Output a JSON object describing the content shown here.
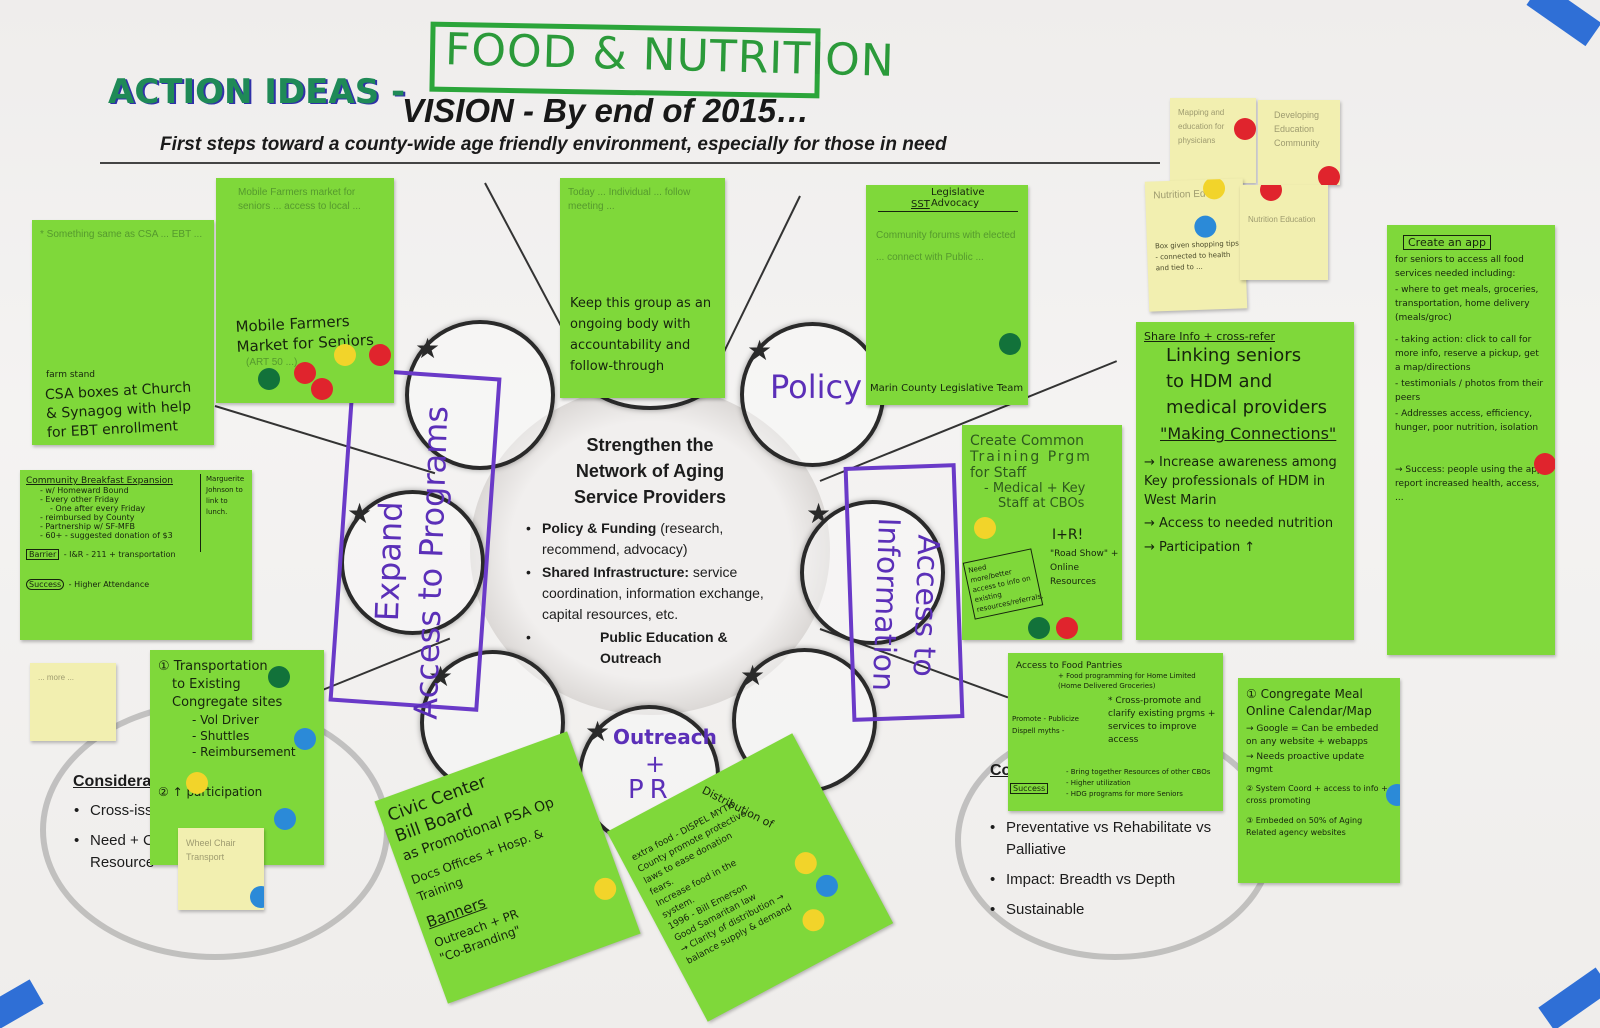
{
  "header": {
    "banner": "FOOD & NUTRITION",
    "action_ideas": "ACTION IDEAS -",
    "vision": "VISION - By end of 2015…",
    "subtitle": "First steps toward a county-wide age friendly  environment, especially for those in need"
  },
  "center": {
    "heading_lines": [
      "Strengthen the",
      "Network of Aging",
      "Service Providers"
    ],
    "bullets": [
      {
        "bold": "Policy & Funding",
        "rest": " (research, recommend, advocacy)"
      },
      {
        "bold": "Shared Infrastructure:",
        "rest": " service coordination, information exchange, capital resources, etc."
      },
      {
        "bold": "Public Education & Outreach",
        "rest": ""
      }
    ]
  },
  "circle_labels": {
    "policy": "Policy",
    "expand_line1": "Expand",
    "expand_line2": "Access to Programs",
    "access_line1": "Access to",
    "access_line2": "Information",
    "outreach": "Outreach",
    "plus": "+",
    "pr": "PR"
  },
  "considerations_left": {
    "title": "Considera",
    "items": [
      "Cross-iss",
      "Need + C Resource"
    ]
  },
  "considerations_right": {
    "title": "Co",
    "items": [
      "Preventative vs Rehabilitate vs Palliative",
      "Impact: Breadth vs Depth",
      "Sustainable"
    ]
  },
  "stickies": {
    "csa": {
      "faint": "* Something same as CSA ... EBT ...",
      "main": "CSA boxes at Church & Synagog with help for EBT enrollment",
      "insert": "farm stand"
    },
    "mobile_market": {
      "faint": "Mobile Farmers market for seniors ... access to local ...",
      "main": "Mobile Farmers Market for Seniors",
      "small": "(ART 50 ...)"
    },
    "keep_group": {
      "faint": "Today ... Individual ... follow meeting ...",
      "main": "Keep this group as an ongoing body with accountability and follow-through"
    },
    "legislative": {
      "heading": "Legislative Advocacy",
      "sub": "SST",
      "faint": "Community forums with elected ... connect with Public ...",
      "footer": "Marin County Legislative Team"
    },
    "breakfast": {
      "title": "Community Breakfast Expansion",
      "lines": [
        "- w/ Homeward Bound",
        "- Every other Friday",
        "- One after every Friday",
        "- reimbursed by County",
        "- Partnership w/ SF-MFB",
        "- 60+ - suggested donation of $3"
      ],
      "barrier_label": "Barrier",
      "barrier": "- I&R  - 211 + transportation",
      "success_label": "Success",
      "success": "- Higher Attendance",
      "side": "Marguerite Johnson to link to lunch."
    },
    "share_info": {
      "title": "Share Info + cross-refer",
      "lines": [
        "Linking seniors",
        "to HDM and",
        "medical providers",
        "\"Making Connections\"",
        "→ Increase awareness among Key professionals of HDM in West Marin",
        "→ Access to needed nutrition",
        "→ Participation ↑"
      ]
    },
    "create_app": {
      "title": "Create an app",
      "lines": [
        "for seniors to access all food services needed including:",
        "- where to get meals, groceries, transportation, home delivery (meals/groc)",
        "- taking action: click to call for more info, reserve a pickup, get a map/directions",
        "- testimonials / photos from their peers",
        "- Addresses access, efficiency, hunger, poor nutrition, isolation",
        "→ Success: people using the app report increased health, access, ..."
      ]
    },
    "common_training": {
      "lines": [
        "Create Common",
        "Training Prgm",
        "for Staff",
        "- Medical + Key",
        "Staff at CBOs"
      ],
      "ir": "I+R!",
      "roadshow": "\"Road Show\" + Online Resources",
      "need_box": "Need more/better access to info on existing resources/referrals."
    },
    "food_pantries": {
      "title": "Access to Food Pantries",
      "line1": "+ Food programming for Home Limited (Home Delivered Groceries)",
      "cross": "* Cross-promote and clarify existing prgms + services to improve access",
      "left": "Promote - Publicize Dispell myths -",
      "success_label": "Success",
      "success": [
        "- Bring together Resources of other CBOs",
        "- Higher utilization",
        "- HDG programs for more Seniors"
      ]
    },
    "congregate": {
      "lines": [
        "① Congregate Meal Online Calendar/Map",
        "→ Google = Can be embeded on any website + webapps",
        "→ Needs proactive update mgmt",
        "② System Coord + access to info + cross promoting",
        "③ Embeded on 50% of Aging Related agency websites"
      ]
    },
    "transportation": {
      "lines": [
        "① Transportation",
        "to Existing",
        "Congregate sites",
        "- Vol Driver",
        "- Shuttles",
        "- Reimbursement",
        "② ↑ participation"
      ]
    },
    "civic_center": {
      "lines": [
        "Civic Center",
        "Bill Board",
        "as Promotional PSA Op",
        "Docs Offices + Hosp. & Training",
        "Banners",
        "Outreach + PR",
        "\"Co-Branding\""
      ]
    },
    "distribution": {
      "lines": [
        "Distribution of",
        "extra food - DISPEL MYTH",
        "County promote protective",
        "laws to ease donation",
        "fears.",
        "Increase food in the",
        "system.",
        "1996 - Bill Emerson",
        "Good Samaritan law",
        "→ Clarity of distribution →",
        "balance supply & demand"
      ]
    },
    "yellow_1": "Mapping and education for physicians",
    "yellow_2": "Developing Education Community",
    "yellow_3": "Nutrition Ed",
    "yellow_3b": "Box given shopping tips - connected to health and tied to ...",
    "yellow_4": "Nutrition Education",
    "yellow_left": "... more ...",
    "yellow_wheel": "Wheel Chair Transport"
  },
  "colors": {
    "sticky_green": "#7fd83a",
    "sticky_yellow": "#f2efb0",
    "banner_green": "#2ba53a",
    "marker_purple": "#6a3ac8",
    "dot_red": "#e0242d",
    "dot_yellow": "#f2d42a",
    "dot_green": "#12723a",
    "dot_blue": "#2b8ad8",
    "tape_blue": "#2f6fd6"
  }
}
